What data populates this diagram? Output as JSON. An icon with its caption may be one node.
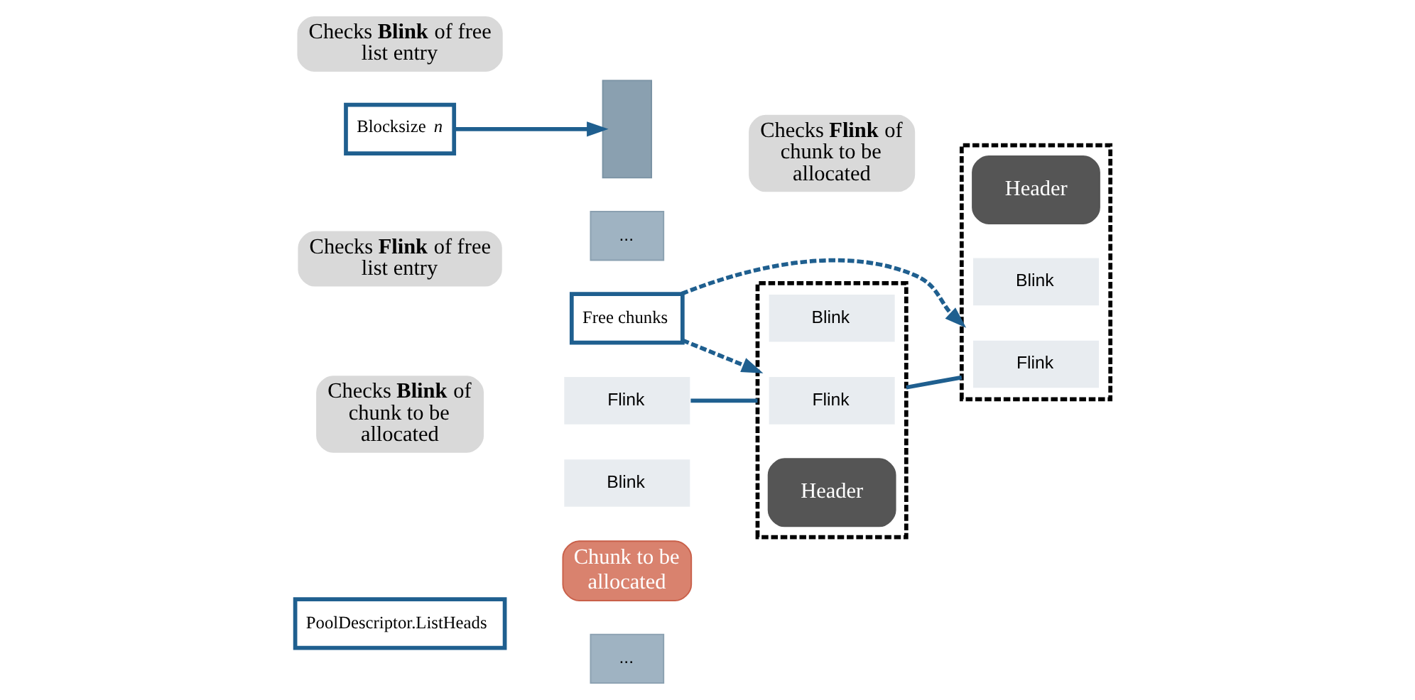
{
  "diagram": {
    "nodes": [
      {
        "text": [
          "Checks **Flink** of free list entry"
        ]
      },
      {
        "text": [
          "Chunk to be allocated"
        ]
      },
      {
        "text": [
          "Checks **Flink** of chunk to be allocated"
        ]
      },
      {
        "text": [
          "Checks **Blink** of free list entry"
        ]
      },
      {
        "text": [
          "..."
        ]
      },
      {
        "text": [],
        "shape": "box"
      },
      {
        "text": [
          "Flink"
        ]
      },
      {
        "text": [
          "Blink"
        ]
      },
      {
        "text": [
          "..."
        ]
      },
      {
        "text": [],
        "shape": "box"
      },
      {
        "text": [
          "Header"
        ],
        "in": 9
      },
      {
        "text": [
          "Flink"
        ],
        "in": 9
      },
      {
        "text": [
          "Blink"
        ],
        "in": 9
      },
      {
        "text": [],
        "shape": "box"
      },
      {
        "text": [
          "Header"
        ],
        "in": 13
      },
      {
        "text": [
          "Flink"
        ],
        "in": 13
      },
      {
        "text": [
          "Blink"
        ],
        "in": 13
      },
      {
        "text": [
          "Blocksize *n*"
        ]
      },
      {
        "text": [
          "PoolDescriptor.ListHeads"
        ]
      },
      {
        "text": [
          "Checks **Blink** of chunk to be allocated"
        ]
      },
      {
        "text": [
          "Free chunks"
        ]
      }
    ],
    "edges": [
      {
        "from": 17,
        "to": 5,
        "arrow": "to"
      },
      {
        "from": 6,
        "to": 9,
        "arrow": "none"
      },
      {
        "from": 9,
        "to": 13,
        "arrow": "none"
      },
      {
        "from": 20,
        "to": 9,
        "arrow": "to",
        "style": "dashed"
      },
      {
        "from": 20,
        "to": 13,
        "arrow": "to",
        "style": "dashed"
      }
    ]
  }
}
